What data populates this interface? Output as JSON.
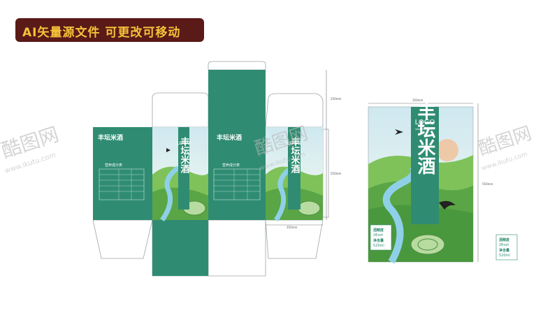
{
  "banner": {
    "text": "AI矢量源文件  可更改可移动"
  },
  "watermark": {
    "brand": "酷图网",
    "url": "www.ikutu.com"
  },
  "product": {
    "name": "丰坛米酒",
    "logo": "LOGO",
    "website": "www.58pic.com",
    "abv_label": "酒精度",
    "abv_value": "26vol",
    "volume_label": "净含量",
    "volume_value": "520ml",
    "nutrition_title": "营养成分表"
  },
  "dimensions": {
    "top_depth": "250mm",
    "panel_height": "550mm",
    "front_width": "350mm",
    "box_width": "350mm",
    "box_height": "550mm"
  },
  "colors": {
    "green": "#2f8c72",
    "sky": "#d8ecf2",
    "field": "#7fc25a",
    "banner_bg": "#5a1a17",
    "banner_text": "#f5c23a"
  }
}
